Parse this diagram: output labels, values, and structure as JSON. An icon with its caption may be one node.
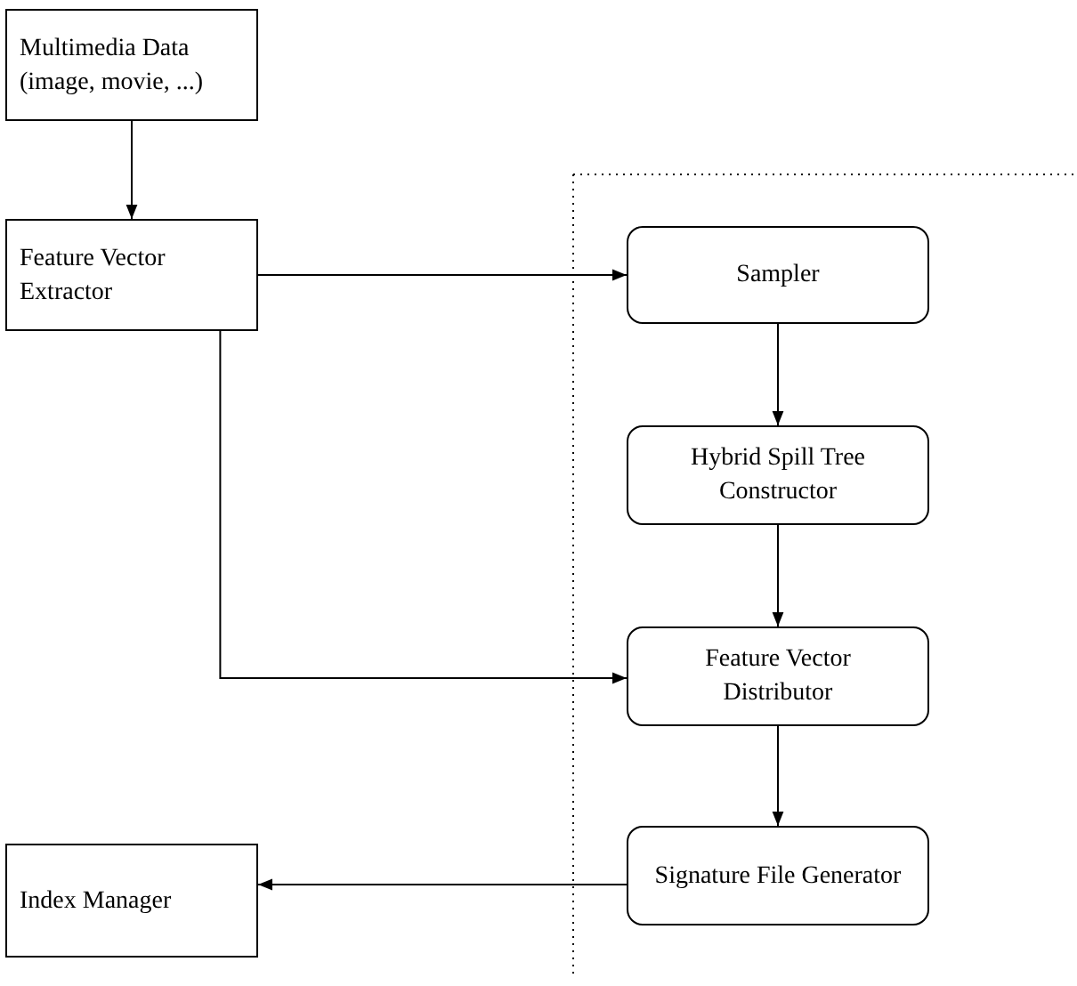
{
  "diagram": {
    "nodes": [
      {
        "text": [
          "Multimedia Data (image, movie, ...)"
        ]
      },
      {
        "text": [
          "Feature Vector Extractor"
        ]
      },
      {
        "text": [
          "Sampler"
        ]
      },
      {
        "text": [
          "Hybrid Spill Tree Constructor"
        ]
      },
      {
        "text": [
          "Feature Vector Distributor"
        ]
      },
      {
        "text": [
          "Signature File Generator"
        ]
      },
      {
        "text": [
          "Index Manager"
        ]
      }
    ],
    "edges": [
      {
        "from": 0,
        "to": 1,
        "arrow": "to"
      },
      {
        "from": 1,
        "to": 2,
        "arrow": "to"
      },
      {
        "from": 2,
        "to": 3,
        "arrow": "to"
      },
      {
        "from": 3,
        "to": 4,
        "arrow": "to"
      },
      {
        "from": 1,
        "to": 4,
        "arrow": "to"
      },
      {
        "from": 4,
        "to": 5,
        "arrow": "to"
      },
      {
        "from": 5,
        "to": 6,
        "arrow": "to"
      }
    ]
  }
}
